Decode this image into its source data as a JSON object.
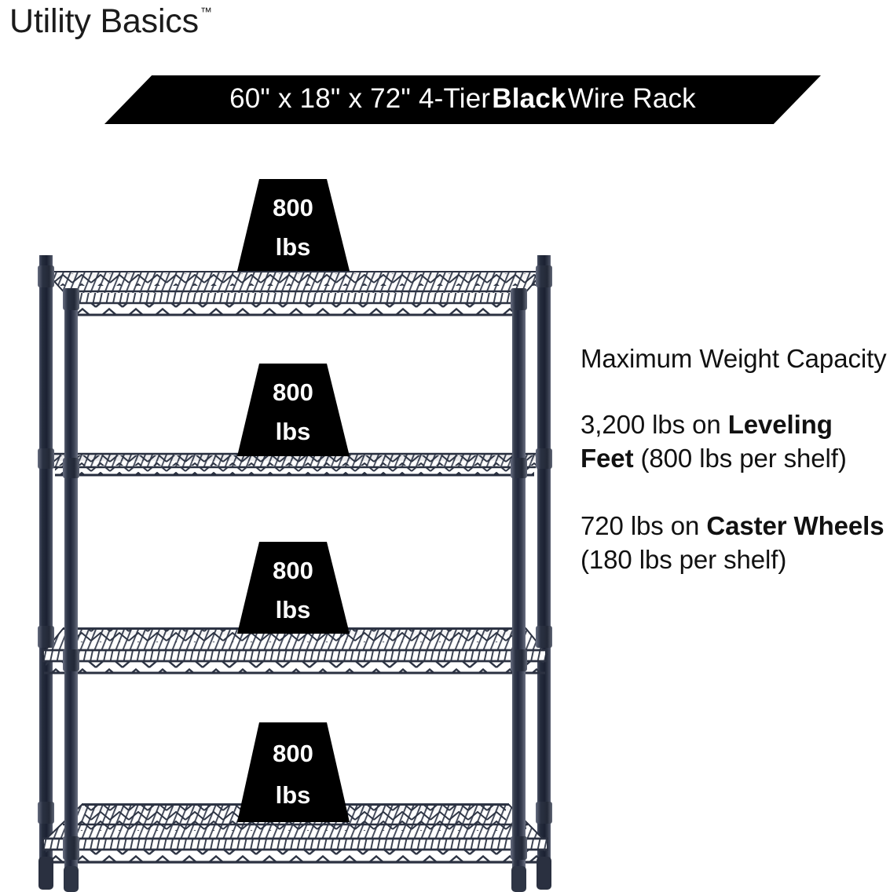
{
  "brand": {
    "name": "Utility Basics",
    "trademark": "™"
  },
  "banner": {
    "text_before": "60\" x 18\" x 72\" 4-Tier ",
    "text_bold": "Black",
    "text_after": " Wire Rack",
    "full_text": "60\" x 18\" x 72\" 4-Tier Black Wire Rack",
    "background_color": "#000000",
    "text_color": "#ffffff"
  },
  "capacity": {
    "heading": "Maximum Weight Capacity",
    "paragraph_1": {
      "lead": "3,200 lbs on ",
      "bold": "Leveling Feet",
      "tail": " (800 lbs per shelf)",
      "full_text": "3,200 lbs on Leveling Feet (800 lbs per shelf)"
    },
    "paragraph_2": {
      "lead": "720 lbs on ",
      "bold": "Caster Wheels",
      "tail": " (180 lbs per shelf)",
      "full_text": "720 lbs on Caster Wheels (180 lbs per shelf)"
    }
  },
  "rack": {
    "tier_count": 4,
    "shelf_badges": [
      {
        "amount": "800",
        "unit": "lbs"
      },
      {
        "amount": "800",
        "unit": "lbs"
      },
      {
        "amount": "800",
        "unit": "lbs"
      },
      {
        "amount": "800",
        "unit": "lbs"
      }
    ],
    "badge_background_color": "#000000",
    "badge_text_color": "#ffffff",
    "frame_color": "#3a4152",
    "wire_color": "#2c3242"
  }
}
